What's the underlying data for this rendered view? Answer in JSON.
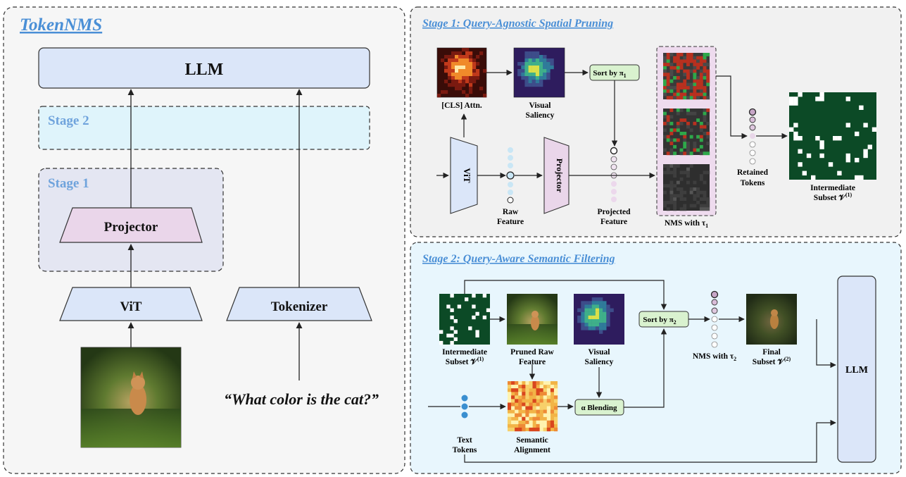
{
  "left_panel": {
    "title": "TokenNMS",
    "llm_label": "LLM",
    "stage2_label": "Stage 2",
    "stage1_label": "Stage 1",
    "projector_label": "Projector",
    "vit_label": "ViT",
    "tokenizer_label": "Tokenizer",
    "query_text": "“What color is the cat?”"
  },
  "stage1_panel": {
    "title": "Stage 1: Query-Agnostic Spatial Pruning",
    "cls_label": "[CLS] Attn.",
    "saliency_label_1": "Visual",
    "saliency_label_2": "Saliency",
    "sort_label": "Sort by π",
    "sort_sub": "1",
    "vit_label": "ViT",
    "raw_label_1": "Raw",
    "raw_label_2": "Feature",
    "projector_label": "Projector",
    "projected_label_1": "Projected",
    "projected_label_2": "Feature",
    "nms_label": "NMS with τ",
    "nms_sub": "1",
    "retained_label_1": "Retained",
    "retained_label_2": "Tokens",
    "intermediate_label_1": "Intermediate",
    "intermediate_label_2": "Subset 𝒱",
    "intermediate_sup": "(1)"
  },
  "stage2_panel": {
    "title": "Stage 2: Query-Aware Semantic Filtering",
    "intermediate_label_1": "Intermediate",
    "intermediate_label_2": "Subset 𝒱",
    "intermediate_sup": "(1)",
    "pruned_label_1": "Pruned Raw",
    "pruned_label_2": "Feature",
    "saliency_label_1": "Visual",
    "saliency_label_2": "Saliency",
    "sort_label": "Sort by π",
    "sort_sub": "2",
    "nms_label": "NMS with τ",
    "nms_sub": "2",
    "final_label_1": "Final",
    "final_label_2": "Subset 𝒱",
    "final_sup": "(2)",
    "llm_label": "LLM",
    "blending_label": "α Blending",
    "text_tokens_label_1": "Text",
    "text_tokens_label_2": "Tokens",
    "semantic_label_1": "Semantic",
    "semantic_label_2": "Alignment"
  },
  "colors": {
    "title_blue": "#4a8fd6",
    "llm_fill": "#dbe6f9",
    "stage2_fill": "#dff4fb",
    "stage1_fill": "#e4e6f2",
    "projector_fill": "#ead6ea",
    "green_box": "#d9f2cf",
    "green_grid": "#0c4a26",
    "dot_blue": "#3a8fd0"
  }
}
